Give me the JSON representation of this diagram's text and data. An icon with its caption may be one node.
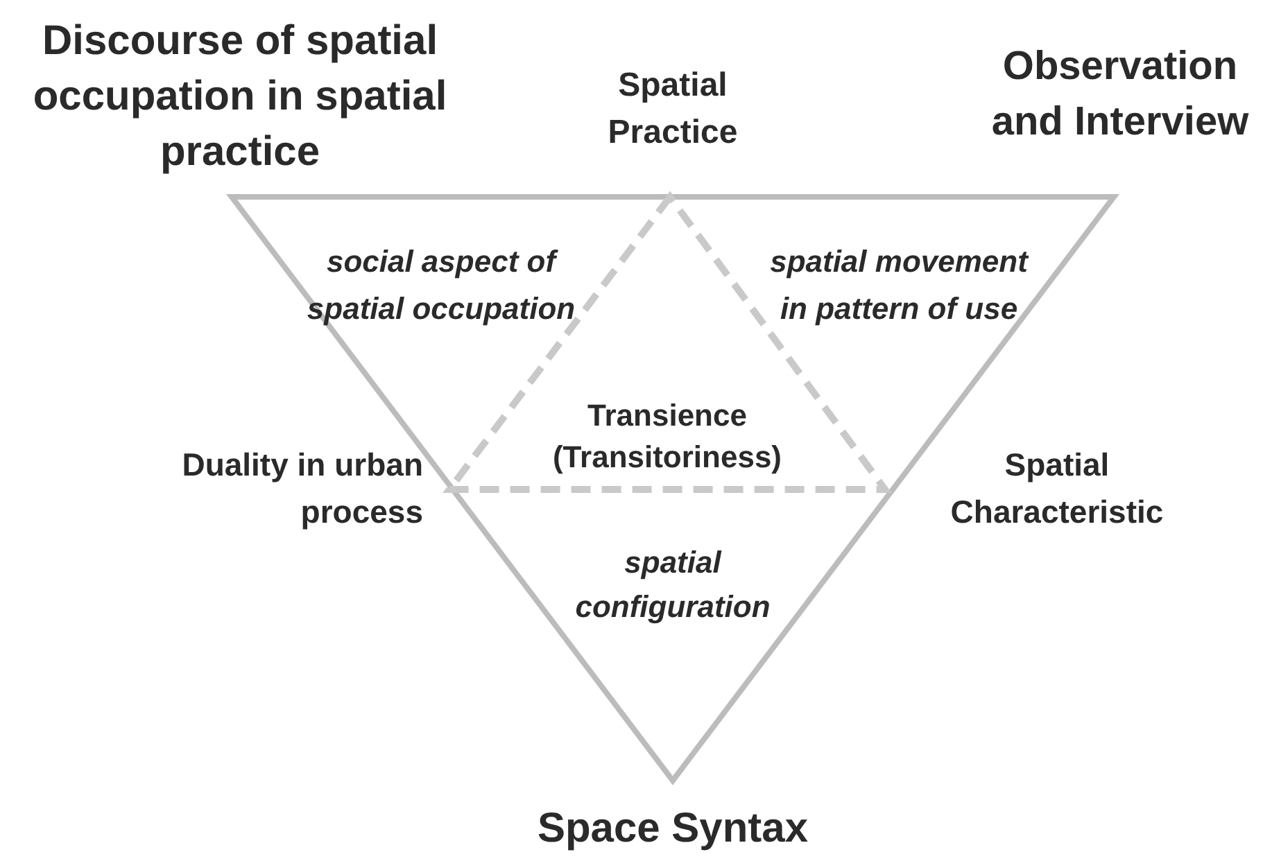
{
  "diagram": {
    "nodes": [
      {
        "text": [],
        "shape": "triangle"
      },
      {
        "text": [
          "Transience (Transitoriness)"
        ],
        "in": 0
      }
    ],
    "labels": [
      "Discourse of spatial occupation in spatial practice",
      "Spatial Practice",
      "Observation and Interview",
      "social aspect of spatial occupation",
      "spatial movement in pattern of use",
      "Duality in urban process",
      "Spatial Characteristic",
      "spatial configuration",
      "Space Syntax"
    ]
  }
}
